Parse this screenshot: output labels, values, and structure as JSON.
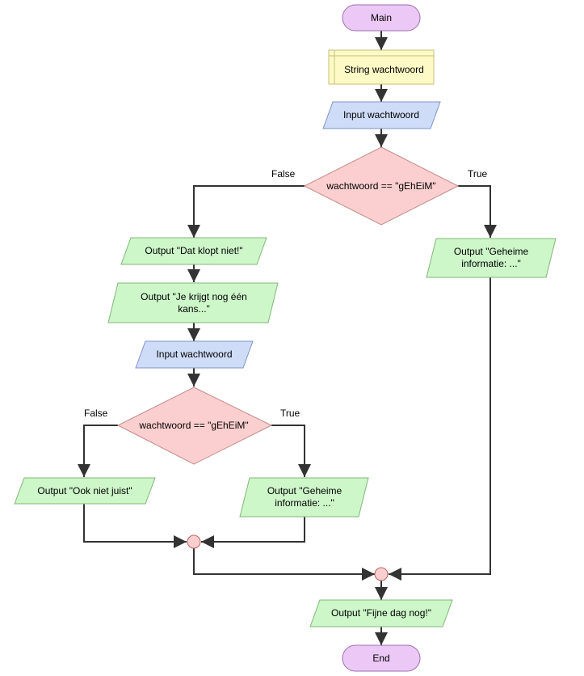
{
  "nodes": {
    "main": "Main",
    "declare": "String wachtwoord",
    "input1": "Input wachtwoord",
    "decision1": "wachtwoord == \"gEhEiM\"",
    "false1": "False",
    "true1": "True",
    "out_wrong1": "Output \"Dat klopt niet!\"",
    "out_chance": "Output \"Je krijgt nog één kans...\"",
    "input2": "Input wachtwoord",
    "decision2": "wachtwoord == \"gEhEiM\"",
    "false2": "False",
    "true2": "True",
    "out_wrong2": "Output \"Ook niet juist\"",
    "out_secret_inner": "Output \"Geheime informatie: ...\"",
    "out_secret_outer": "Output \"Geheime informatie: ...\"",
    "out_bye": "Output \"Fijne dag nog!\"",
    "end": "End"
  },
  "colors": {
    "terminal_fill": "#ecc8f6",
    "terminal_stroke": "#9b6fb0",
    "declare_fill": "#fdfac6",
    "declare_stroke": "#c6c07a",
    "input_fill": "#cfdcf8",
    "input_stroke": "#7f95c6",
    "decision_fill": "#fbcfcf",
    "decision_stroke": "#c48a8a",
    "output_fill": "#cdf6c9",
    "output_stroke": "#80b878",
    "connector_fill": "#fbcfcf",
    "connector_stroke": "#c06060",
    "edge": "#333333"
  }
}
